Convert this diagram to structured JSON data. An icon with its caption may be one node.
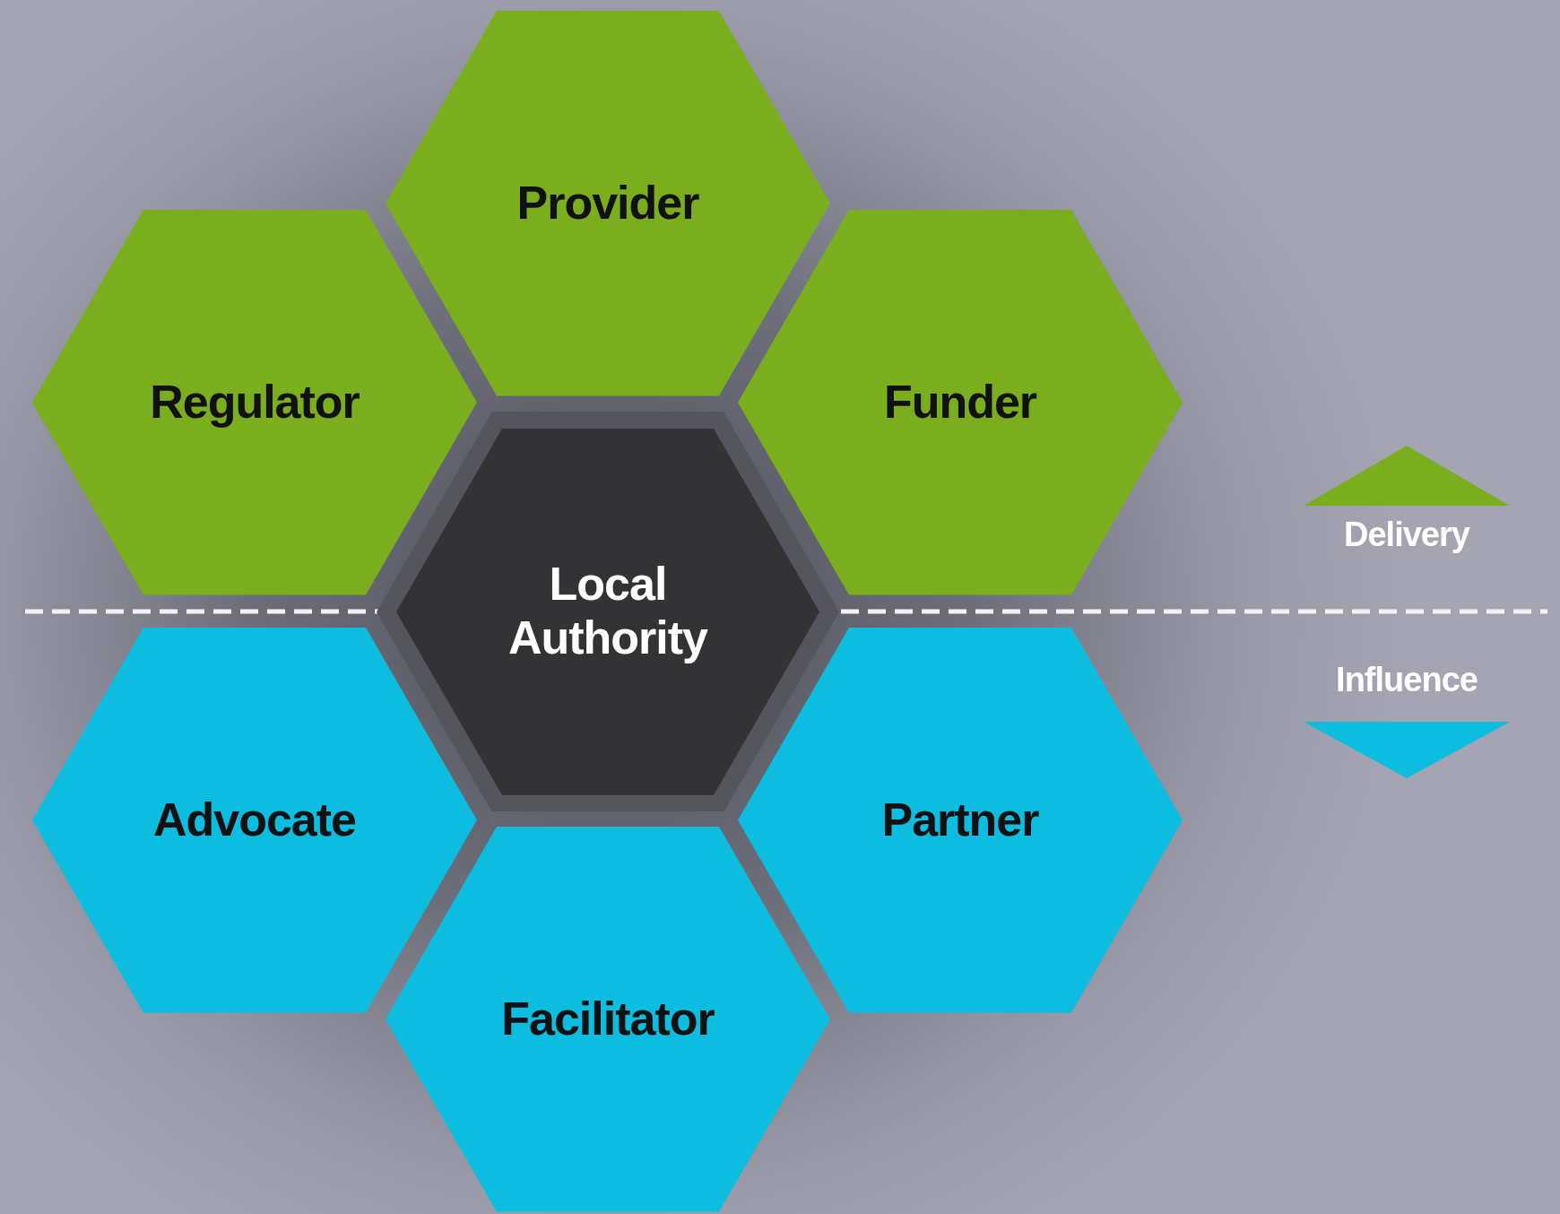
{
  "diagram": {
    "nodes": [
      {
        "text": [
          "Provider"
        ]
      },
      {
        "text": [
          "Regulator"
        ]
      },
      {
        "text": [
          "Funder"
        ]
      },
      {
        "text": [
          "Local Authority"
        ]
      },
      {
        "text": [
          "Advocate"
        ]
      },
      {
        "text": [
          "Partner"
        ]
      },
      {
        "text": [
          "Facilitator"
        ]
      }
    ],
    "legend": [
      {
        "text": "Delivery",
        "color": "#7aae1f"
      },
      {
        "text": "Influence",
        "color": "#0dbde0"
      }
    ]
  }
}
